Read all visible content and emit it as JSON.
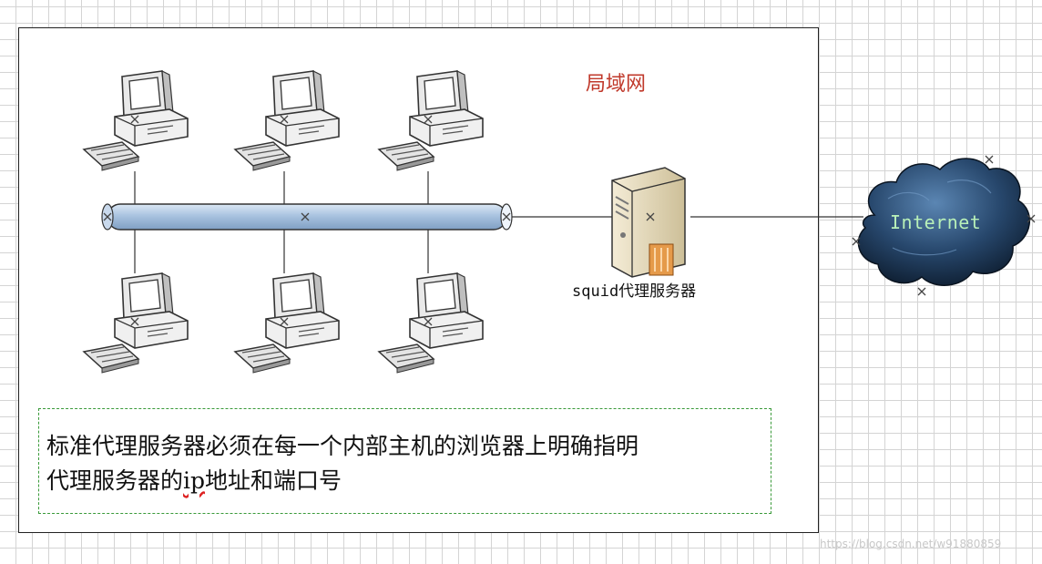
{
  "lan": {
    "label": "局域网"
  },
  "server": {
    "label": "squid代理服务器",
    "icon": "server-icon"
  },
  "internet": {
    "label": "Internet",
    "icon": "cloud-icon"
  },
  "computers": [
    {
      "name": "computer-top-1",
      "icon": "desktop-computer-icon"
    },
    {
      "name": "computer-top-2",
      "icon": "desktop-computer-icon"
    },
    {
      "name": "computer-top-3",
      "icon": "desktop-computer-icon"
    },
    {
      "name": "computer-bottom-1",
      "icon": "desktop-computer-icon"
    },
    {
      "name": "computer-bottom-2",
      "icon": "desktop-computer-icon"
    },
    {
      "name": "computer-bottom-3",
      "icon": "desktop-computer-icon"
    }
  ],
  "note": {
    "line1": "标准代理服务器必须在每一个内部主机的浏览器上明确指明",
    "line2_prefix": "代理服务器的",
    "line2_ip": "ip",
    "line2_suffix": "地址和端口号"
  },
  "watermark": "https://blog.csdn.net/w91880859",
  "colors": {
    "lan_label": "#c0392b",
    "note_border": "#3a9a3a",
    "bus": "#a9c3e0",
    "cloud": "#1e3a5c"
  }
}
